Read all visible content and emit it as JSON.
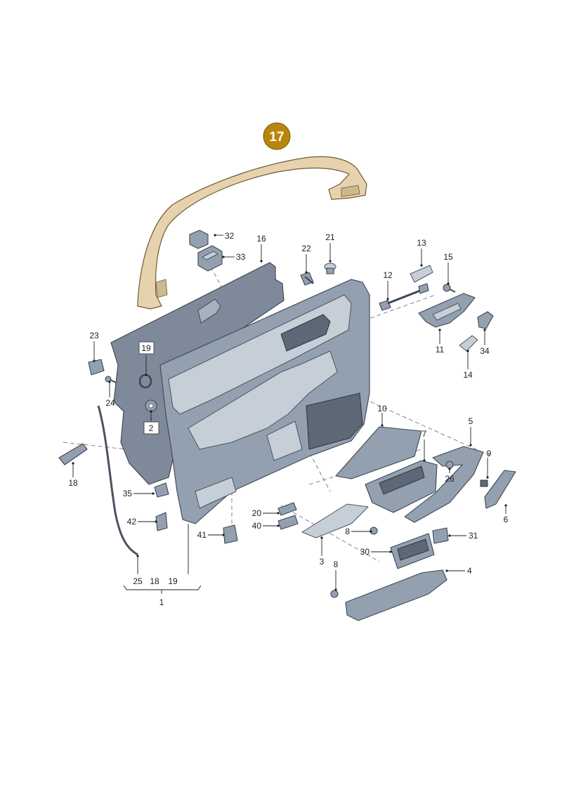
{
  "highlight": {
    "label": "17",
    "color": "#b8860b"
  },
  "labels": {
    "l1": "1",
    "l2": "2",
    "l3": "3",
    "l4": "4",
    "l5": "5",
    "l6": "6",
    "l7": "7",
    "l8a": "8",
    "l8b": "8",
    "l9": "9",
    "l10": "10",
    "l11": "11",
    "l12": "12",
    "l13": "13",
    "l14": "14",
    "l15": "15",
    "l16": "16",
    "l18a": "18",
    "l18b": "18",
    "l19a": "19",
    "l19b": "19",
    "l20": "20",
    "l21": "21",
    "l22": "22",
    "l23": "23",
    "l24": "24",
    "l25": "25",
    "l26": "26",
    "l30": "30",
    "l31": "31",
    "l32": "32",
    "l33": "33",
    "l34": "34",
    "l35": "35",
    "l40": "40",
    "l41": "41",
    "l42": "42"
  }
}
